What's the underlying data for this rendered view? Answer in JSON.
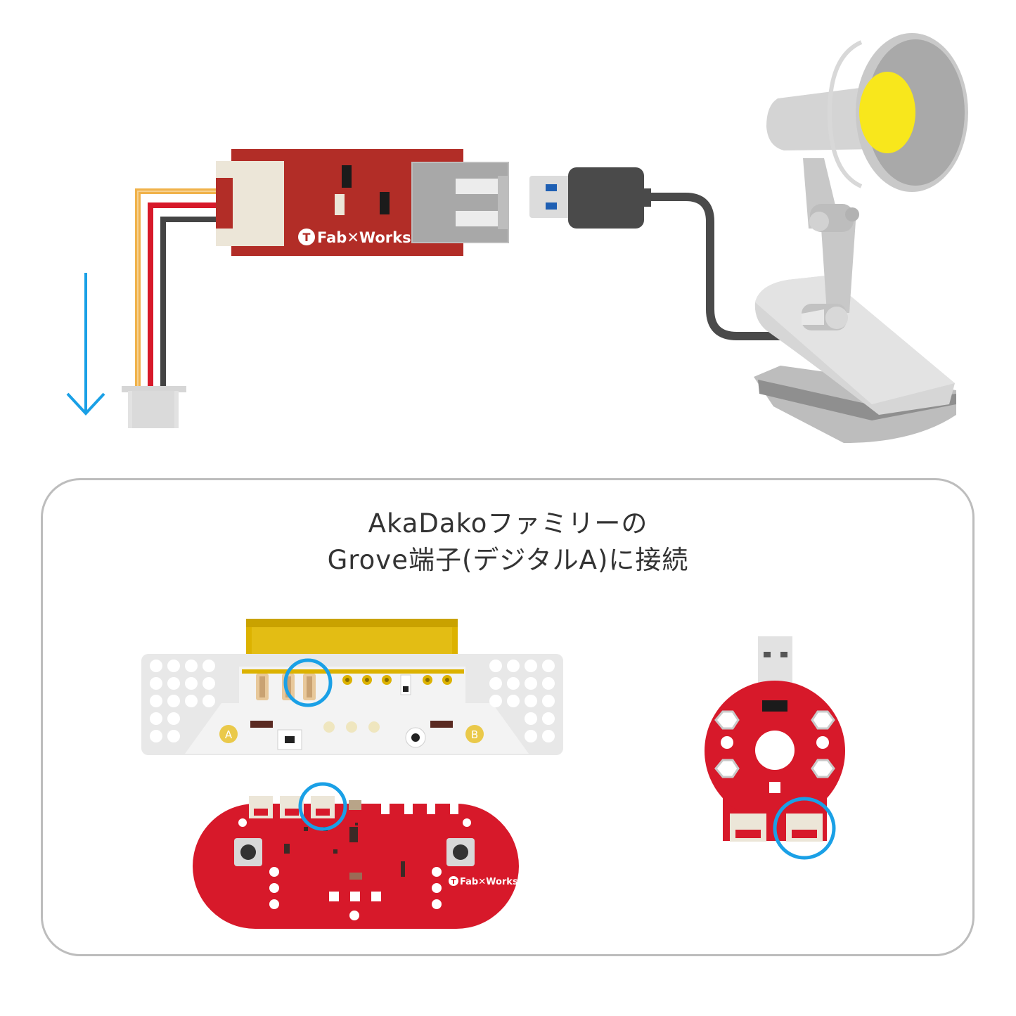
{
  "caption": {
    "line1": "AkaDakoファミリーの",
    "line2": "Grove端子(デジタルA)に接続"
  },
  "module_logo": "Fab✕Works",
  "akadako_logo": "Fab✕Works",
  "button_labels": {
    "a": "A",
    "b": "B"
  },
  "colors": {
    "pcb_red": "#d7192a",
    "module_red": "#b22d27",
    "highlight_blue": "#1aa0e6",
    "arrow_blue": "#1aa0e6",
    "lamp_yellow": "#f8e71c",
    "wire_yellow": "#f0b24a",
    "wire_red": "#d7192a",
    "wire_black": "#444444",
    "yellow_header": "#dcb200",
    "gray_cable": "#4a4a4a"
  },
  "icons": [
    "down-arrow-icon",
    "lamp-icon",
    "usb-plug-icon"
  ]
}
